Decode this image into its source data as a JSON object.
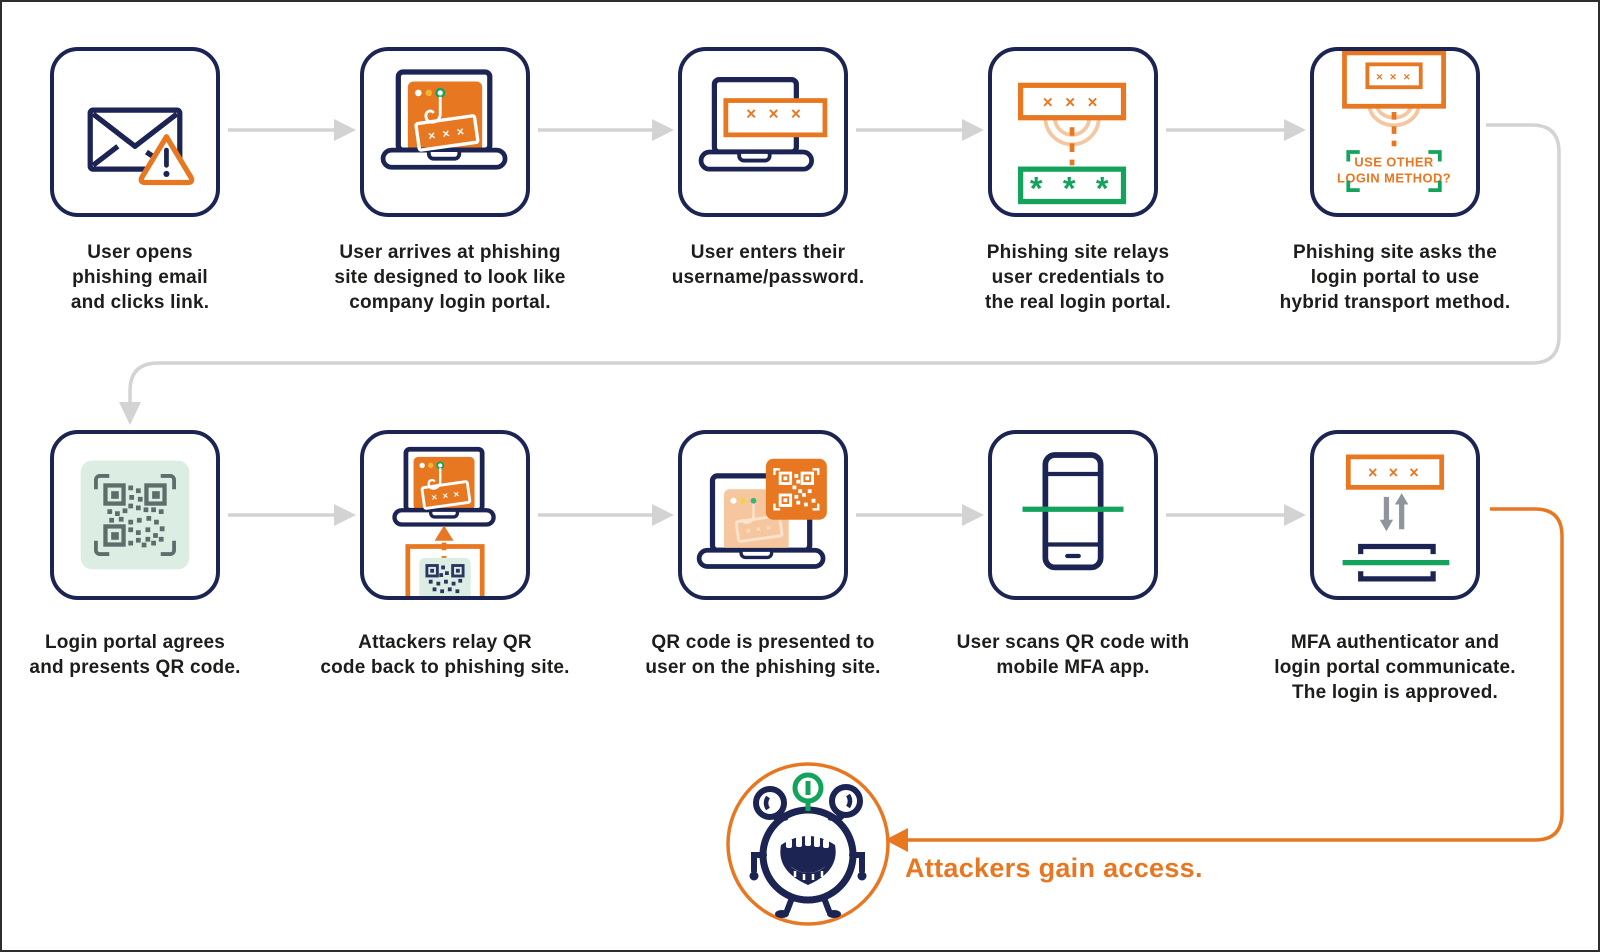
{
  "diagram": {
    "type": "flow",
    "topic": "Hybrid transport MFA phishing attack flow",
    "colors": {
      "navy": "#1b2452",
      "orange": "#e87722",
      "peach": "#f4c7a1",
      "green": "#14a35c",
      "mint": "#dcede4",
      "arrow_gray": "#d3d3d3",
      "qr_gray": "#5d6d6b",
      "text": "#1d1d1b"
    }
  },
  "steps": [
    {
      "icon": "phishing-email",
      "caption": "User opens\nphishing email\nand clicks link."
    },
    {
      "icon": "phishing-site-laptop",
      "caption": "User arrives at phishing\nsite designed to look like\ncompany login portal."
    },
    {
      "icon": "password-entry-laptop",
      "caption": "User enters their\nusername/password."
    },
    {
      "icon": "credential-relay",
      "caption": "Phishing site relays\nuser credentials to\nthe real login portal."
    },
    {
      "icon": "login-method-request",
      "caption": "Phishing site asks the\nlogin portal to use\nhybrid transport method."
    },
    {
      "icon": "qr-code",
      "caption": "Login portal agrees\nand presents QR code."
    },
    {
      "icon": "qr-relay-laptop",
      "caption": "Attackers relay QR\ncode back to phishing site."
    },
    {
      "icon": "qr-on-phishing-site",
      "caption": "QR code is presented to\nuser on the phishing site."
    },
    {
      "icon": "phone-scan",
      "caption": "User scans QR code with\nmobile MFA app."
    },
    {
      "icon": "mfa-communication",
      "caption": "MFA authenticator and\nlogin portal communicate.\nThe login is approved."
    }
  ],
  "labels": {
    "password_mask": "× × ×",
    "password_stars": "* * *",
    "login_method_line1": "USE OTHER",
    "login_method_line2": "LOGIN METHOD?",
    "result": "Attackers gain access."
  }
}
